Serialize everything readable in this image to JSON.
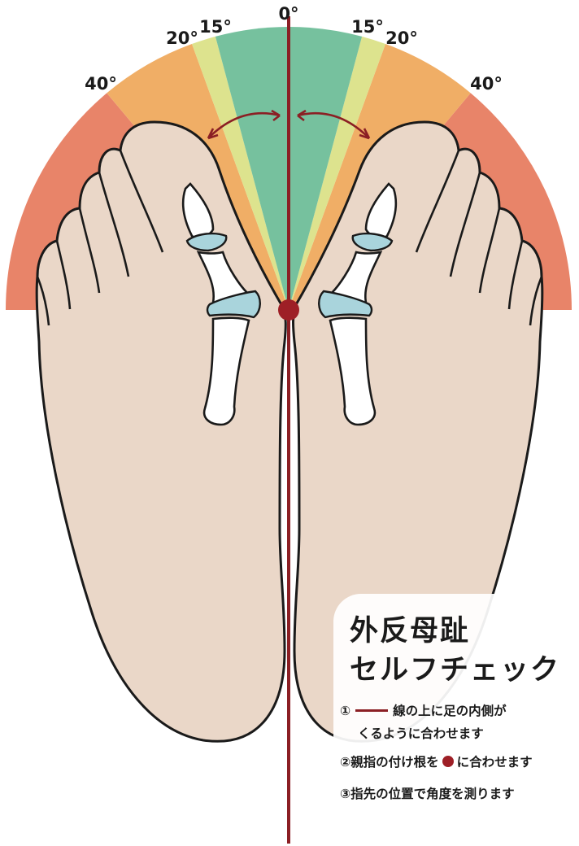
{
  "angle_labels": {
    "center": "0°",
    "left_15": "15°",
    "left_20": "20°",
    "left_40": "40°",
    "right_15": "15°",
    "right_20": "20°",
    "right_40": "40°"
  },
  "zones": [
    {
      "name": "0-15",
      "color": "#76c19e"
    },
    {
      "name": "15-20",
      "color": "#dde38e"
    },
    {
      "name": "20-40",
      "color": "#f0ae66"
    },
    {
      "name": "40-90",
      "color": "#e88469"
    }
  ],
  "colors": {
    "skin": "#ead7c8",
    "outline": "#1a1a1a",
    "bone": "#ffffff",
    "joint": "#a9d4dc",
    "guide_line": "#8b1f24",
    "marker_dot": "#9e1f26"
  },
  "icons": [
    "angle-arrow-icon",
    "marker-dot-icon",
    "guide-line-icon"
  ],
  "panel": {
    "title_line1": "外反母趾",
    "title_line2": "セルフチェック",
    "step1_num": "①",
    "step1_text_a": "線の上に足の内側が",
    "step1_text_b": "くるように合わせます",
    "step2_text_a": "②親指の付け根を",
    "step2_text_b": "に合わせます",
    "step3_text": "③指先の位置で角度を測ります"
  }
}
